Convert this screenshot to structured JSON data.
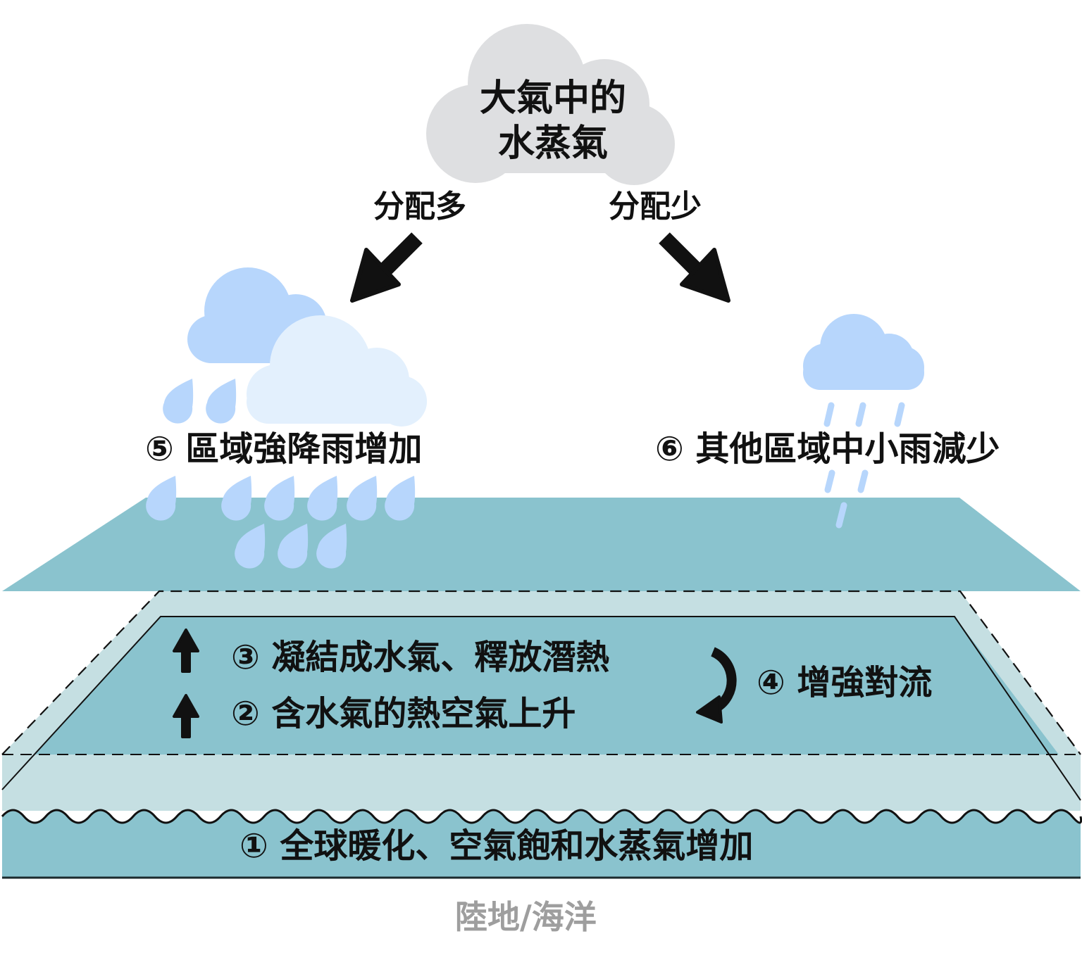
{
  "colors": {
    "top_cloud": "#dedfe1",
    "rain_cloud_back": "#b7d6fc",
    "rain_cloud_front": "#e3f0fd",
    "raindrop": "#b7d6fc",
    "plane": "#8ac3ce",
    "layer_light": "#c5dfe2",
    "ink": "#111111",
    "base_label": "#9e9e9e"
  },
  "top_cloud": {
    "line1": "大氣中的",
    "line2": "水蒸氣"
  },
  "allocation": {
    "more": "分配多",
    "less": "分配少"
  },
  "steps": {
    "step1": "① 全球暖化、空氣飽和水蒸氣增加",
    "step2": "② 含水氣的熱空氣上升",
    "step3": "③ 凝結成水氣、釋放潛熱",
    "step4": "④ 增強對流",
    "step5": "⑤ 區域強降雨增加",
    "step6": "⑥ 其他區域中小雨減少"
  },
  "base_label": "陸地/海洋"
}
